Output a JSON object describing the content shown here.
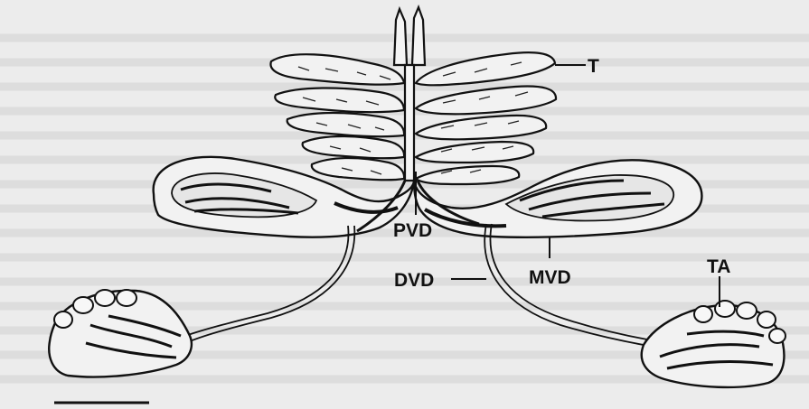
{
  "labels": {
    "t": "T",
    "pvd": "PVD",
    "dvd": "DVD",
    "mvd": "MVD",
    "ta": "TA"
  },
  "colors": {
    "background": "#ececec",
    "ink": "#111111",
    "ghost_text": "#c9c9c9"
  }
}
